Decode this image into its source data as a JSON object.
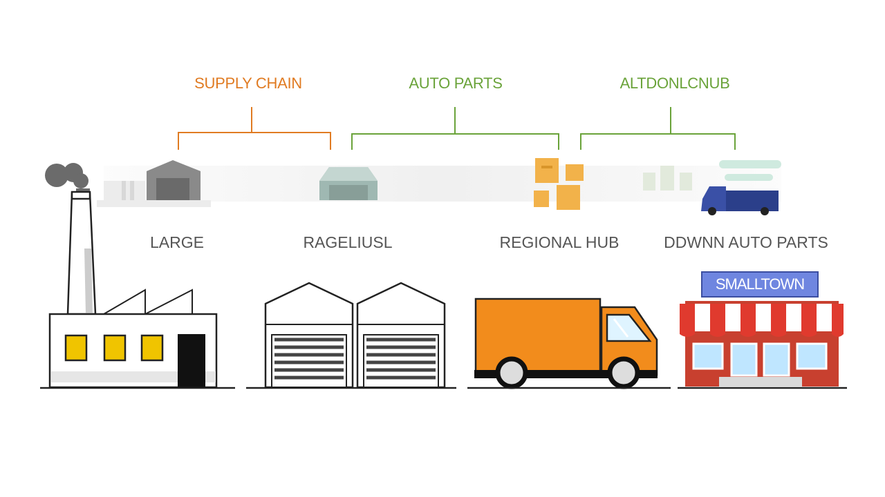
{
  "colors": {
    "supply": "#e07b22",
    "parts": "#6aa33a",
    "hub": "#6aa33a",
    "truck_orange": "#f28c1c",
    "awning_red": "#e03a2e",
    "sign_blue": "#6f86e0"
  },
  "categories": [
    {
      "label": "SUPPLY CHAIN"
    },
    {
      "label": "AUTO PARTS"
    },
    {
      "label": "ALTDONLCNUB"
    }
  ],
  "stages": [
    {
      "label": "LARGE",
      "icon": "factory-icon"
    },
    {
      "label": "RAGELIUSL",
      "icon": "warehouse-icon"
    },
    {
      "label": "REGIONAL HUB",
      "icon": "delivery-truck-icon"
    },
    {
      "label": "DDWNN AUTO PARTS",
      "icon": "storefront-icon"
    }
  ],
  "store_sign": "SMALLTOWN"
}
